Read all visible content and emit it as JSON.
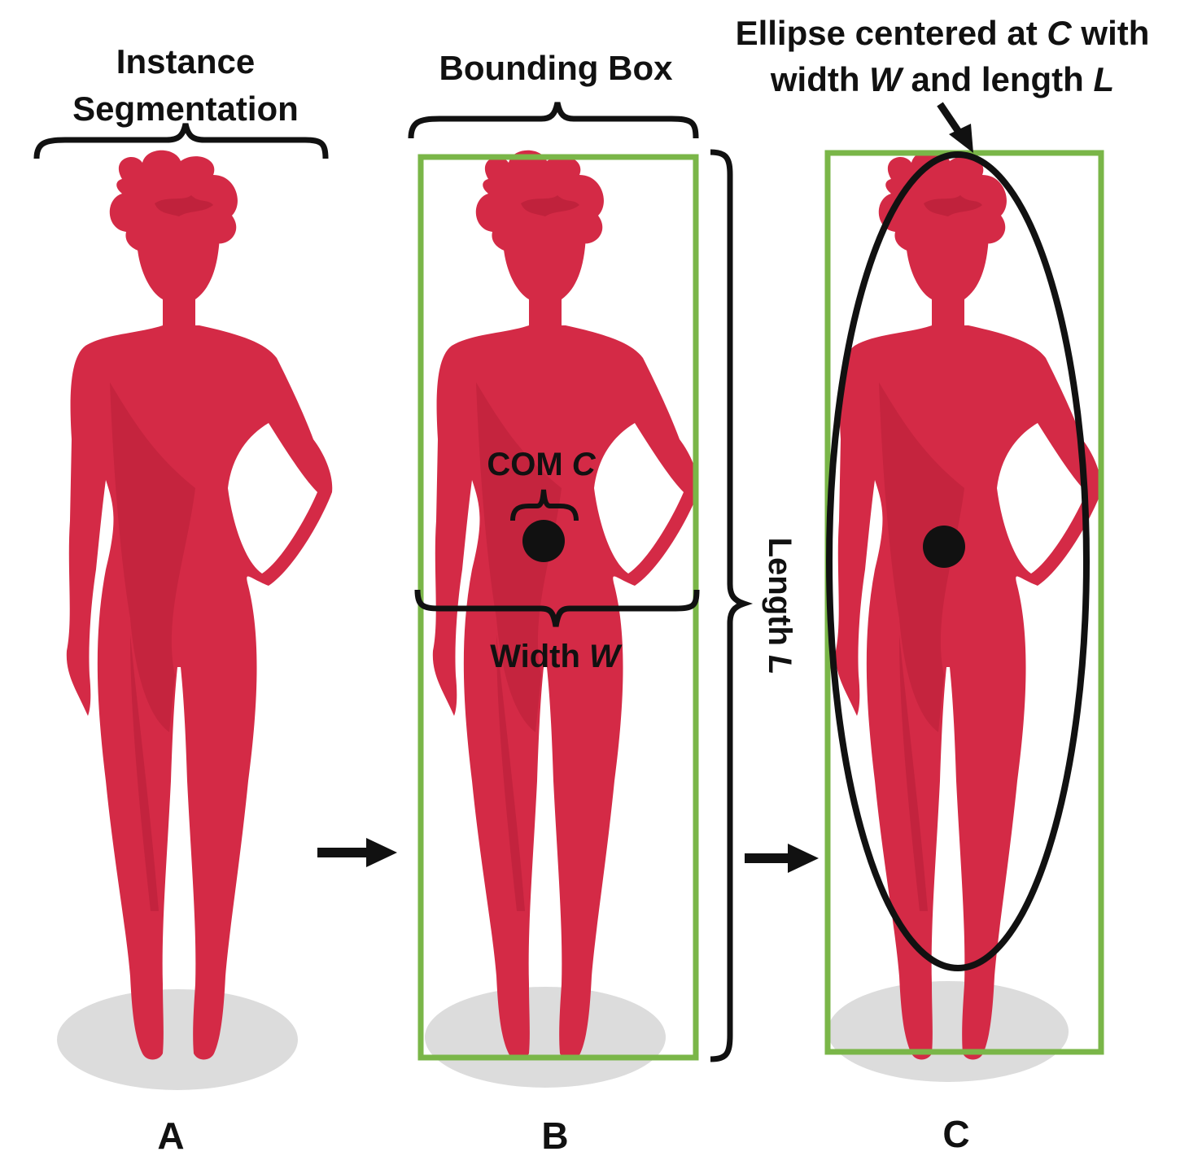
{
  "panels": [
    {
      "id": "A",
      "letter": "A",
      "header": [
        "Instance",
        "Segmentation"
      ]
    },
    {
      "id": "B",
      "letter": "B",
      "header": [
        "Bounding Box"
      ],
      "com_label": {
        "text": "COM ",
        "var": "C"
      },
      "width_label": {
        "text": "Width ",
        "var": "W"
      },
      "length_label": {
        "text": "Length ",
        "var": "L"
      }
    },
    {
      "id": "C",
      "letter": "C",
      "header_line1": {
        "text": "Ellipse centered at ",
        "var": "C",
        "tail": " with"
      },
      "header_line2": {
        "pre": "width ",
        "var1": "W",
        "mid": " and length ",
        "var2": "L"
      }
    }
  ],
  "colors": {
    "figure": "#d42a46",
    "figure_shade": "#b81f38",
    "bbox": "#7ab648",
    "shadow": "#dcdcdc",
    "ink": "#111111"
  },
  "icons": [
    "right-arrow-icon",
    "right-arrow-icon",
    "down-left-arrow-icon"
  ]
}
